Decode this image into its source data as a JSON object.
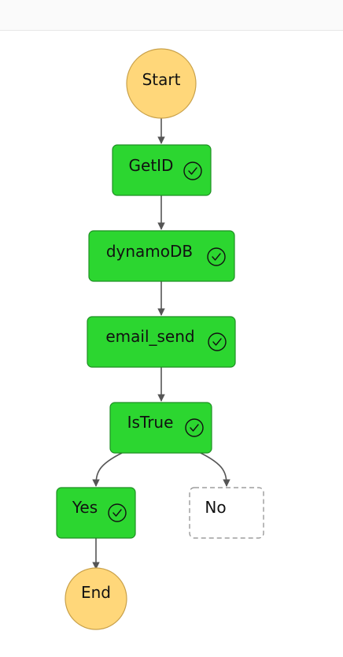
{
  "graph": {
    "start_label": "Start",
    "end_label": "End",
    "states": [
      {
        "id": "getid",
        "label": "GetID",
        "status": "succeeded"
      },
      {
        "id": "dynamodb",
        "label": "dynamoDB",
        "status": "succeeded"
      },
      {
        "id": "email_send",
        "label": "email_send",
        "status": "succeeded"
      },
      {
        "id": "istrue",
        "label": "IsTrue",
        "status": "succeeded"
      },
      {
        "id": "yes",
        "label": "Yes",
        "status": "succeeded"
      },
      {
        "id": "no",
        "label": "No",
        "status": "not-run"
      }
    ],
    "edges": [
      [
        "start",
        "getid"
      ],
      [
        "getid",
        "dynamodb"
      ],
      [
        "dynamodb",
        "email_send"
      ],
      [
        "email_send",
        "istrue"
      ],
      [
        "istrue",
        "yes"
      ],
      [
        "istrue",
        "no"
      ],
      [
        "yes",
        "end"
      ]
    ]
  },
  "icons": {
    "succeeded": "check-circle-icon"
  },
  "colors": {
    "succeeded_fill": "#2cd630",
    "succeeded_border": "#1e8f23",
    "terminal_fill": "#ffd77a",
    "terminal_border": "#c9a14a",
    "not_run_border": "#8a8a8a",
    "edge": "#555555"
  }
}
